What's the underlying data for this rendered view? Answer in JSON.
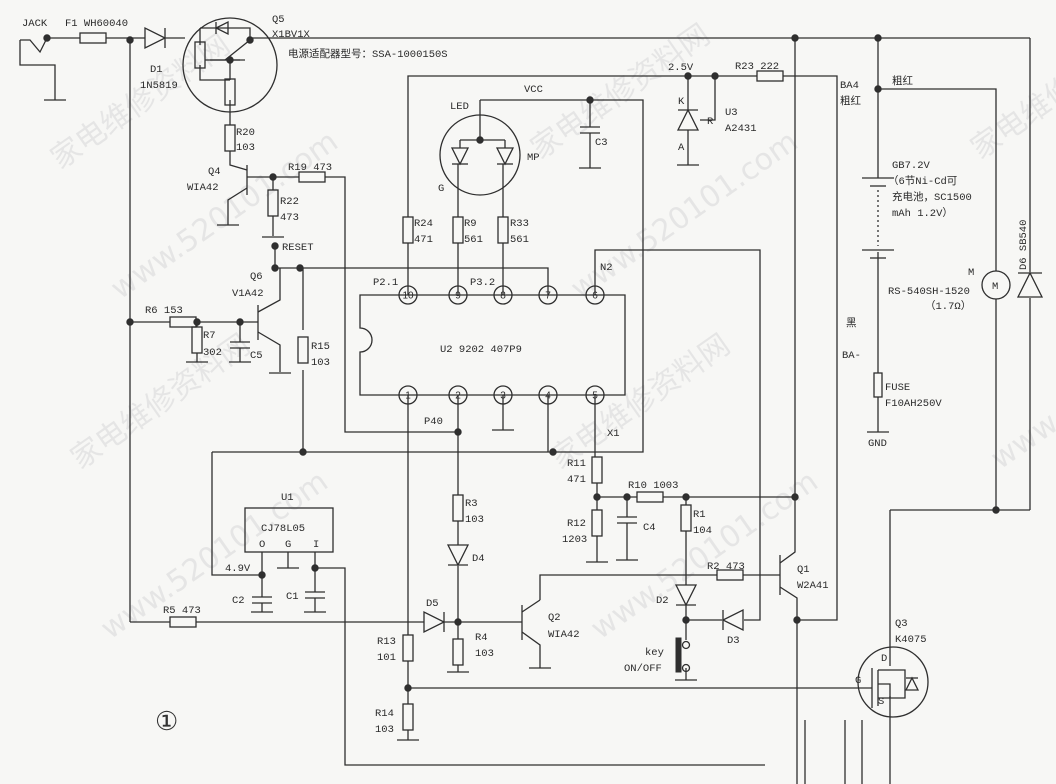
{
  "title": "Circuit schematic ①",
  "watermark": {
    "cn": "家电维修资料网",
    "url": "www.520101.com"
  },
  "colors": {
    "ink": "#2f2f2f",
    "paper": "#f7f7f5"
  },
  "labels": {
    "jack": "JACK",
    "f1": "F1 WH60040",
    "d1": "D1",
    "d1v": "1N5819",
    "q5": "Q5",
    "q5v": "X1BV1X",
    "adapter": "电源适配器型号：SSA-1000150S",
    "r20": "R20",
    "r20v": "103",
    "q4": "Q4",
    "q4v": "WIA42",
    "r19": "R19 473",
    "r22": "R22",
    "r22v": "473",
    "reset": "RESET",
    "q6": "Q6",
    "q6v": "V1A42",
    "r6": "R6 153",
    "r7": "R7",
    "r7v": "302",
    "c5": "C5",
    "r15": "R15",
    "r15v": "103",
    "led": "LED",
    "vcc": "VCC",
    "ledg": "G",
    "mp": "MP",
    "c3": "C3",
    "r24": "R24",
    "r24v": "471",
    "r9": "R9",
    "r9v": "561",
    "r33": "R33",
    "r33v": "561",
    "p21": "P2.1",
    "p32": "P3.2",
    "n2": "N2",
    "u2": "U2 9202 407P9",
    "p40": "P40",
    "x1": "X1",
    "v25": "2.5V",
    "r23": "R23 222",
    "k": "K",
    "a": "A",
    "r": "R",
    "u3": "U3",
    "u3v": "A2431",
    "ba4": "BA4",
    "ba4c": "粗红",
    "red": "粗红",
    "gb": "GB7.2V",
    "gb2": "（6节Ni-Cd可",
    "gb3": "充电池，SC1500",
    "gb4": "mAh 1.2V）",
    "m": "M",
    "mc": "M",
    "motor": "RS-540SH-1520",
    "ohm": "（1.7Ω）",
    "d6": "D6 SB540",
    "black": "黑",
    "bam": "BA-",
    "fuse": "FUSE",
    "fusev": "F10AH250V",
    "gnd": "GND",
    "r11": "R11",
    "r11v": "471",
    "r10": "R10 1003",
    "r12": "R12",
    "r12v": "1203",
    "c4": "C4",
    "r1": "R1",
    "r1v": "104",
    "r2": "R2 473",
    "q1": "Q1",
    "q1v": "W2A41",
    "d2": "D2",
    "d3": "D3",
    "key": "key",
    "onoff": "ON/OFF",
    "q2": "Q2",
    "q2v": "WIA42",
    "q3": "Q3",
    "q3v": "K4075",
    "q3d": "D",
    "q3g": "G",
    "q3s": "S",
    "u1": "U1",
    "u1v": "CJ78L05",
    "u1o": "O",
    "u1g": "G",
    "u1i": "I",
    "v49": "4.9V",
    "c2": "C2",
    "c1": "C1",
    "r5": "R5 473",
    "d5": "D5",
    "d4": "D4",
    "r3": "R3",
    "r3v": "103",
    "r4": "R4",
    "r4v": "103",
    "r13": "R13",
    "r13v": "101",
    "r14": "R14",
    "r14v": "103",
    "fig": "①"
  },
  "ic_pins": [
    "1",
    "2",
    "3",
    "4",
    "5",
    "6",
    "7",
    "8",
    "9",
    "10"
  ]
}
